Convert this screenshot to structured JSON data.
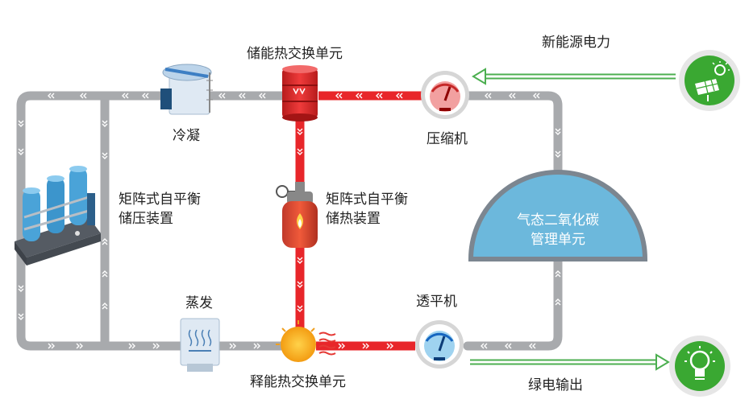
{
  "labels": {
    "storage_hx": "储能热交换单元",
    "new_energy": "新能源电力",
    "condense": "冷凝",
    "compressor": "压缩机",
    "pressure_storage_line1": "矩阵式自平衡",
    "pressure_storage_line2": "储压装置",
    "heat_storage_line1": "矩阵式自平衡",
    "heat_storage_line2": "储热装置",
    "co2_unit_line1": "气态二氧化碳",
    "co2_unit_line2": "管理单元",
    "evaporate": "蒸发",
    "turbine": "透平机",
    "release_hx": "释能热交换单元",
    "green_output": "绿电输出"
  },
  "colors": {
    "pipe_gray": "#a8aaad",
    "pipe_red": "#e8262a",
    "dome_blue": "#6cb8dc",
    "green_circle": "#3aa832",
    "arrow_green": "#4caf50"
  },
  "icons": {
    "solar": "solar-panel-icon",
    "bulb": "light-bulb-icon",
    "gauge_red": "gauge-icon",
    "gauge_blue": "gauge-icon",
    "tank": "heat-storage-tank-icon",
    "sun": "sun-icon"
  }
}
